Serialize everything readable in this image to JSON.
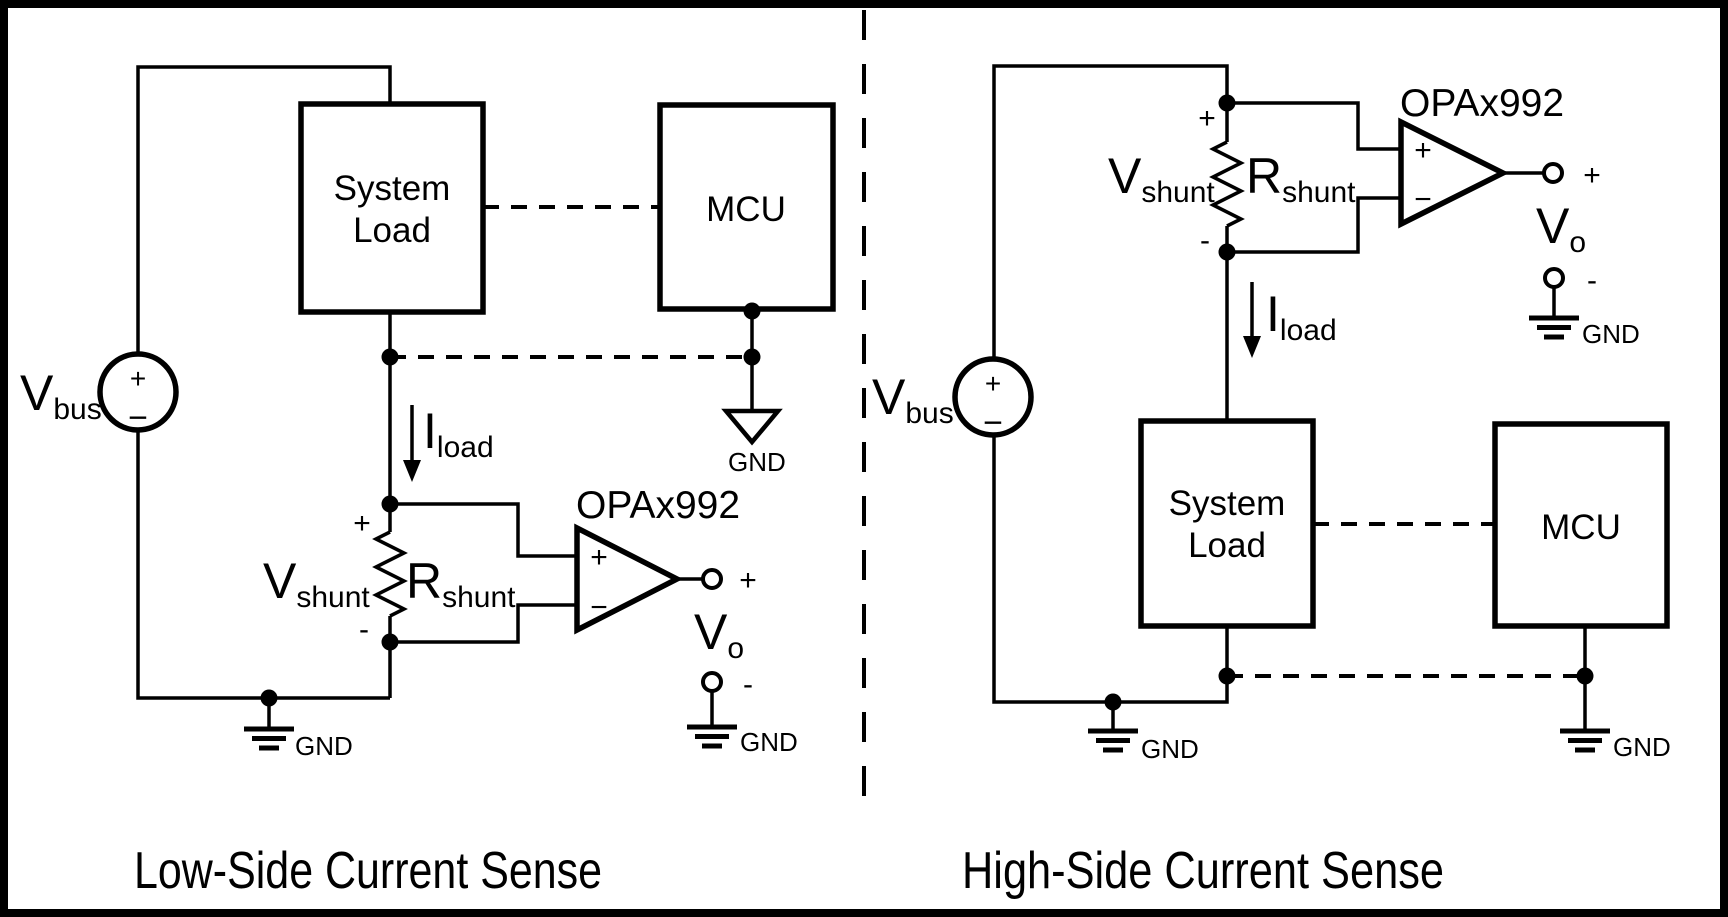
{
  "colors": {
    "ink": "#000000",
    "paper": "#ffffff"
  },
  "left": {
    "title": "Low-Side Current Sense",
    "vbus_main": "V",
    "vbus_sub": "bus",
    "src_plus": "+",
    "src_minus": "−",
    "load_line1": "System",
    "load_line2": "Load",
    "mcu": "MCU",
    "mcu_gnd": "GND",
    "iload_main": "I",
    "iload_sub": "load",
    "shunt_plus": "+",
    "shunt_minus": "-",
    "vshunt_main": "V",
    "vshunt_sub": "shunt",
    "rshunt_main": "R",
    "rshunt_sub": "shunt",
    "opamp_name": "OPAx992",
    "opamp_plus": "+",
    "opamp_minus": "−",
    "out_plus": "+",
    "out_minus": "-",
    "vo_main": "V",
    "vo_sub": "o",
    "out_gnd": "GND",
    "bottom_gnd": "GND"
  },
  "right": {
    "title": "High-Side Current Sense",
    "vbus_main": "V",
    "vbus_sub": "bus",
    "src_plus": "+",
    "src_minus": "−",
    "load_line1": "System",
    "load_line2": "Load",
    "mcu": "MCU",
    "mcu_gnd": "GND",
    "iload_main": "I",
    "iload_sub": "load",
    "shunt_plus": "+",
    "shunt_minus": "-",
    "vshunt_main": "V",
    "vshunt_sub": "shunt",
    "rshunt_main": "R",
    "rshunt_sub": "shunt",
    "opamp_name": "OPAx992",
    "opamp_plus": "+",
    "opamp_minus": "−",
    "out_plus": "+",
    "out_minus": "-",
    "vo_main": "V",
    "vo_sub": "o",
    "out_gnd": "GND",
    "bottom_gnd": "GND"
  }
}
